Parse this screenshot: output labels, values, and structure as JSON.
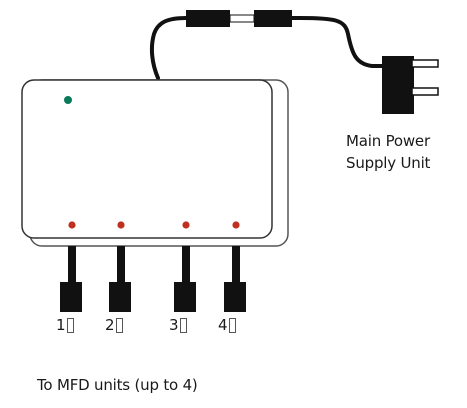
{
  "power_supply": {
    "label_line1": "Main Power",
    "label_line2": "Supply Unit"
  },
  "ports": [
    {
      "number": "1"
    },
    {
      "number": "2"
    },
    {
      "number": "3"
    },
    {
      "number": "4"
    }
  ],
  "footer": {
    "label": "To MFD units (up to 4)"
  },
  "colors": {
    "status_led": "#0a7a5a",
    "port_led": "#c0301e",
    "housing_outline": "#333333",
    "cable": "#111111"
  }
}
